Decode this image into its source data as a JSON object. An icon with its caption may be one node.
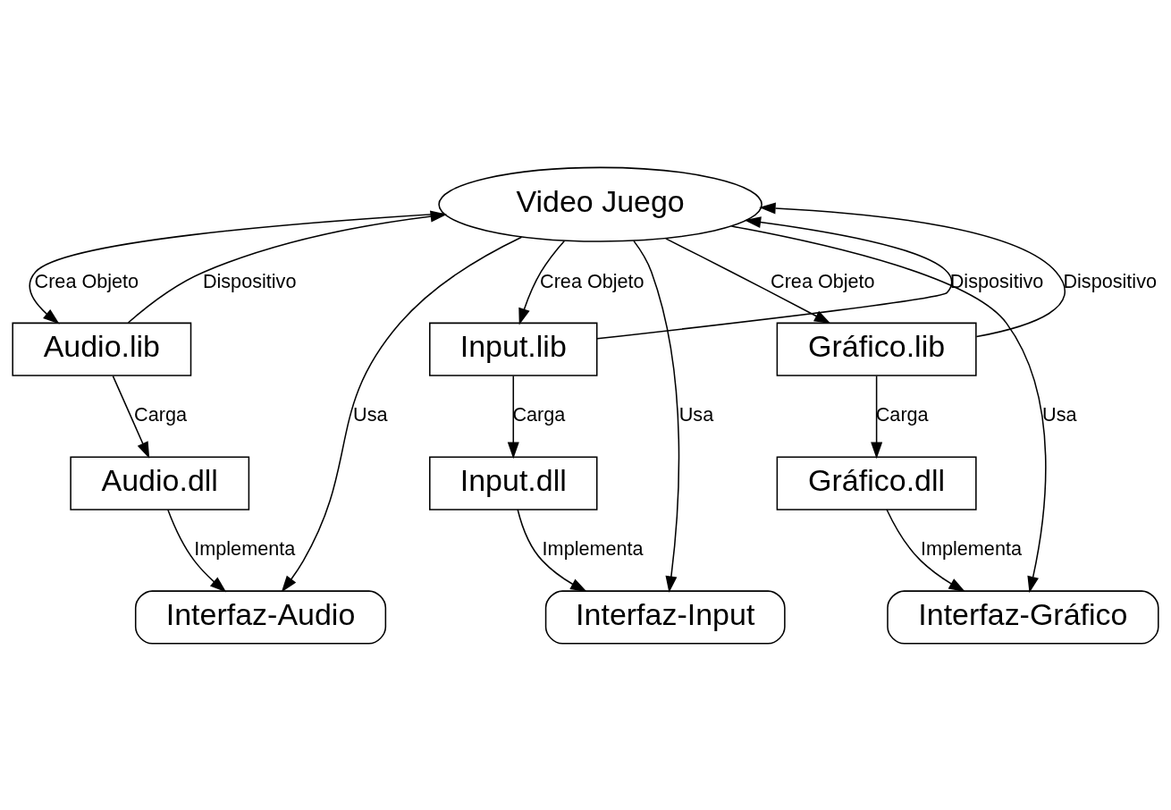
{
  "diagram": {
    "nodes": [
      {
        "text": [
          "Audio.lib"
        ]
      },
      {
        "text": [
          "Audio.dll"
        ]
      },
      {
        "text": [
          "Interfaz-Audio"
        ]
      },
      {
        "text": [
          "Video Juego"
        ]
      },
      {
        "text": [
          "Input.lib"
        ]
      },
      {
        "text": [
          "Input.dll"
        ]
      },
      {
        "text": [
          "Interfaz-Input"
        ]
      },
      {
        "text": [
          "Gráfico.lib"
        ]
      },
      {
        "text": [
          "Gráfico.dll"
        ]
      },
      {
        "text": [
          "Interfaz-Gráfico"
        ]
      }
    ],
    "edges": [
      {
        "from": 3,
        "to": 0,
        "arrow": "to",
        "label": "Crea Objeto"
      },
      {
        "from": 0,
        "to": 3,
        "arrow": "to",
        "label": "Dispositivo"
      },
      {
        "from": 0,
        "to": 1,
        "arrow": "to",
        "label": "Carga"
      },
      {
        "from": 1,
        "to": 2,
        "arrow": "to",
        "label": "Implementa"
      },
      {
        "from": 3,
        "to": 2,
        "arrow": "to",
        "label": "Usa"
      },
      {
        "from": 3,
        "to": 4,
        "arrow": "to",
        "label": "Crea Objeto"
      },
      {
        "from": 4,
        "to": 3,
        "arrow": "to",
        "label": "Dispositivo"
      },
      {
        "from": 4,
        "to": 5,
        "arrow": "to",
        "label": "Carga"
      },
      {
        "from": 5,
        "to": 6,
        "arrow": "to",
        "label": "Implementa"
      },
      {
        "from": 3,
        "to": 6,
        "arrow": "to",
        "label": "Usa"
      },
      {
        "from": 3,
        "to": 7,
        "arrow": "to",
        "label": "Crea Objeto"
      },
      {
        "from": 7,
        "to": 3,
        "arrow": "to",
        "label": "Dispositivo"
      },
      {
        "from": 7,
        "to": 8,
        "arrow": "to",
        "label": "Carga"
      },
      {
        "from": 8,
        "to": 9,
        "arrow": "to",
        "label": "Implementa"
      },
      {
        "from": 3,
        "to": 9,
        "arrow": "to",
        "label": "Usa"
      }
    ]
  }
}
